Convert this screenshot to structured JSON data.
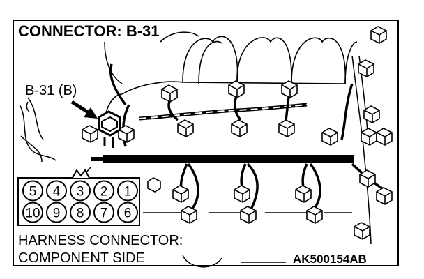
{
  "diagram": {
    "title": "CONNECTOR: B-31",
    "connector_callout": "B-31 (B)",
    "harness_caption": [
      "HARNESS CONNECTOR:",
      "COMPONENT SIDE"
    ],
    "figure_code": "AK500154AB",
    "pins": {
      "top_row": [
        "5",
        "4",
        "3",
        "2",
        "1"
      ],
      "bottom_row": [
        "10",
        "9",
        "8",
        "7",
        "6"
      ]
    }
  }
}
